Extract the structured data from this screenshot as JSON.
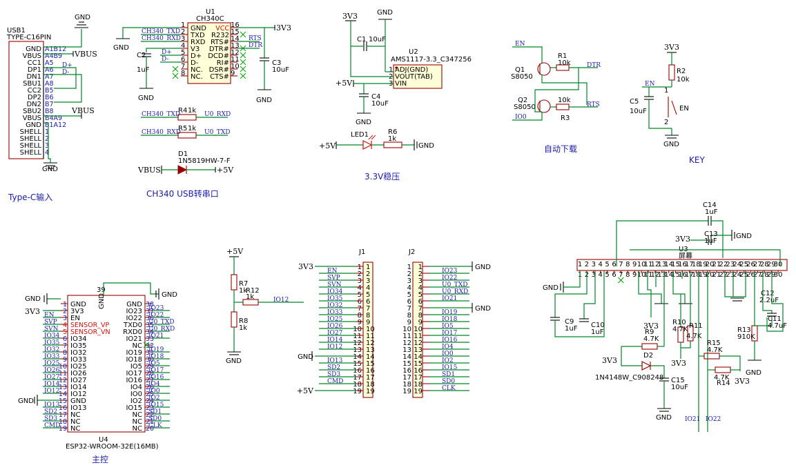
{
  "titles": {
    "typec": "Type-C输入",
    "ch340": "CH340 USB转串口",
    "ldo": "3.3V稳压",
    "auto": "自动下载",
    "key": "KEY",
    "main": "主控"
  },
  "power": {
    "gnd": "GND",
    "v33": "3V3",
    "v5": "+5V",
    "vbus": "VBUS"
  },
  "usb": {
    "ref": "USB1",
    "part": "TYPE-C16PIN",
    "names": [
      "GND",
      "VBUS",
      "CC1",
      "DP1",
      "DN1",
      "SBU1",
      "CC2",
      "DP2",
      "DN2",
      "SBU2",
      "VBUS",
      "GND",
      "SHELL",
      "SHELL",
      "SHELL",
      "SHELL"
    ],
    "pins": [
      "A1B12",
      "A4B9",
      "A5",
      "A6",
      "A7",
      "A8",
      "B5",
      "B6",
      "B7",
      "B8",
      "B4A9",
      "B1A12",
      "1",
      "2",
      "3",
      "4"
    ],
    "dp": "D+",
    "dm": "D-"
  },
  "ch340": {
    "ref": "U1",
    "part": "CH340C",
    "left": [
      {
        "n": "1",
        "t": "GND"
      },
      {
        "n": "2",
        "t": "TXD"
      },
      {
        "n": "3",
        "t": "RXD"
      },
      {
        "n": "4",
        "t": "V3"
      },
      {
        "n": "5",
        "t": "D+"
      },
      {
        "n": "6",
        "t": "D-"
      },
      {
        "n": "7",
        "t": "NC."
      },
      {
        "n": "8",
        "t": "NC."
      }
    ],
    "right": [
      {
        "n": "16",
        "t": "VCC"
      },
      {
        "n": "15",
        "t": "R232"
      },
      {
        "n": "14",
        "t": "RTS#"
      },
      {
        "n": "13",
        "t": "DTR#"
      },
      {
        "n": "12",
        "t": "DCD#"
      },
      {
        "n": "11",
        "t": "RI#"
      },
      {
        "n": "10",
        "t": "DSR#"
      },
      {
        "n": "9",
        "t": "CTS#"
      }
    ],
    "txd_net": "CH340_TXD",
    "rxd_net": "CH340_RXD",
    "rts": "RTS",
    "dtr": "DTR",
    "c2": "C2",
    "c2v": "1uF",
    "c3": "C3",
    "c3v": "10uF"
  },
  "serial": {
    "r4": "R4",
    "r4v": "1k",
    "r5": "R5",
    "r5v": "1k",
    "a1": "CH340_TXD",
    "b1": "U0_RXD",
    "a2": "CH340_RXD",
    "b2": "U0_TXD"
  },
  "d1": {
    "ref": "D1",
    "part": "1N5819HW-7-F"
  },
  "ldo": {
    "ref": "U2",
    "part": "AMS1117-3.3_C347256",
    "p1": "ADJ(GND)",
    "p2": "VOUT(TAB)",
    "p3": "VIN",
    "n1": "1",
    "n2": "2",
    "n3": "3",
    "c1": "C1",
    "c1v": "10uF",
    "c4": "C4",
    "c4v": "10uF"
  },
  "led": {
    "ref": "LED1",
    "r": "R6",
    "rv": "1k"
  },
  "auto": {
    "en": "EN",
    "io0": "IO0",
    "dtr": "DTR",
    "rts": "RTS",
    "q1": "Q1",
    "q2": "Q2",
    "qp": "S8050",
    "r1": "R1",
    "r3": "R3",
    "rv": "10k"
  },
  "key": {
    "r2": "R2",
    "r2v": "10k",
    "c5": "C5",
    "c5v": "10uF",
    "en": "EN",
    "p1": "1",
    "p2": "2"
  },
  "divider": {
    "r7": "R7",
    "r7v": "1k",
    "r12": "R12",
    "r12v": "1k",
    "r8": "R8",
    "r8v": "1k",
    "io12": "IO12"
  },
  "esp": {
    "ref": "U4",
    "part": "ESP32-WROOM-32E(16MB)",
    "top": "39",
    "topname": "GND",
    "left": [
      {
        "n": "1",
        "t": "GND",
        "e": ""
      },
      {
        "n": "2",
        "t": "3V3",
        "e": ""
      },
      {
        "n": "3",
        "t": "EN",
        "e": "EN"
      },
      {
        "n": "4",
        "t": "SENSOR_VP",
        "e": "SVP"
      },
      {
        "n": "5",
        "t": "SENSOR_VN",
        "e": "SVN"
      },
      {
        "n": "6",
        "t": "IO34",
        "e": "IO34"
      },
      {
        "n": "7",
        "t": "IO35",
        "e": "IO35"
      },
      {
        "n": "8",
        "t": "IO32",
        "e": "IO32"
      },
      {
        "n": "9",
        "t": "IO33",
        "e": "IO33"
      },
      {
        "n": "10",
        "t": "IO25",
        "e": "IO25"
      },
      {
        "n": "11",
        "t": "IO26",
        "e": "IO26"
      },
      {
        "n": "12",
        "t": "IO27",
        "e": "IO27"
      },
      {
        "n": "13",
        "t": "IO14",
        "e": "IO14"
      },
      {
        "n": "14",
        "t": "IO12",
        "e": "IO12"
      },
      {
        "n": "15",
        "t": "GND",
        "e": ""
      },
      {
        "n": "16",
        "t": "IO13",
        "e": "IO13"
      },
      {
        "n": "17",
        "t": "NC",
        "e": "SD2"
      },
      {
        "n": "18",
        "t": "NC",
        "e": "SD3"
      },
      {
        "n": "19",
        "t": "NC",
        "e": "CMD"
      }
    ],
    "right": [
      {
        "n": "38",
        "t": "GND",
        "e": ""
      },
      {
        "n": "37",
        "t": "IO23",
        "e": "IO23"
      },
      {
        "n": "36",
        "t": "IO22",
        "e": "IO22"
      },
      {
        "n": "35",
        "t": "TXD0",
        "e": "U0_TXD"
      },
      {
        "n": "34",
        "t": "RXD0",
        "e": "U0_RXD"
      },
      {
        "n": "33",
        "t": "IO21",
        "e": "IO21"
      },
      {
        "n": "32",
        "t": "NC",
        "e": ""
      },
      {
        "n": "31",
        "t": "IO19",
        "e": "IO19"
      },
      {
        "n": "30",
        "t": "IO18",
        "e": "IO18"
      },
      {
        "n": "29",
        "t": "IO5",
        "e": "IO5"
      },
      {
        "n": "28",
        "t": "IO17",
        "e": "IO17"
      },
      {
        "n": "27",
        "t": "IO16",
        "e": "IO16"
      },
      {
        "n": "26",
        "t": "IO4",
        "e": "IO4"
      },
      {
        "n": "25",
        "t": "IO0",
        "e": "IO0"
      },
      {
        "n": "24",
        "t": "IO2",
        "e": "IO2"
      },
      {
        "n": "23",
        "t": "IO15",
        "e": "IO15"
      },
      {
        "n": "22",
        "t": "NC",
        "e": "SD1"
      },
      {
        "n": "21",
        "t": "NC",
        "e": "SD0"
      },
      {
        "n": "20",
        "t": "NC",
        "e": "CLK"
      }
    ]
  },
  "j1": {
    "ref": "J1",
    "nets": [
      "3V3",
      "EN",
      "SVP",
      "SVN",
      "IO34",
      "IO35",
      "IO32",
      "IO33",
      "IO25",
      "IO26",
      "IO27",
      "IO14",
      "IO12",
      "GND",
      "IO13",
      "SD2",
      "SD3",
      "CMD",
      "+5V"
    ]
  },
  "j2": {
    "ref": "J2",
    "nets": [
      "GND",
      "IO23",
      "IO22",
      "U0_TXD",
      "U0_RXD",
      "IO21",
      "GND",
      "IO19",
      "IO18",
      "IO5",
      "IO17",
      "IO16",
      "IO4",
      "IO0",
      "IO2",
      "IO15",
      "SD1",
      "SD0",
      "CLK"
    ]
  },
  "lcd": {
    "ref": "U3",
    "part": "屏幕",
    "count": 30,
    "caps": [
      {
        "r": "C14",
        "v": "1uF"
      },
      {
        "r": "C13",
        "v": "1uF"
      },
      {
        "r": "C9",
        "v": "1uF"
      },
      {
        "r": "C10",
        "v": "1uF"
      },
      {
        "r": "C15",
        "v": "10uF"
      },
      {
        "r": "C12",
        "v": "2.2uF"
      },
      {
        "r": "C11",
        "v": "4.7uF"
      }
    ],
    "res": [
      {
        "r": "R9",
        "v": "4.7K"
      },
      {
        "r": "R10",
        "v": "4.7K"
      },
      {
        "r": "R11",
        "v": "4.7K"
      },
      {
        "r": "R15",
        "v": "4.7K"
      },
      {
        "r": "R14",
        "v": "4.7K"
      },
      {
        "r": "R13",
        "v": "910K"
      }
    ],
    "d2": "D2",
    "d2p": "1N4148W_C908248",
    "io21": "IO21",
    "io22": "IO22"
  }
}
